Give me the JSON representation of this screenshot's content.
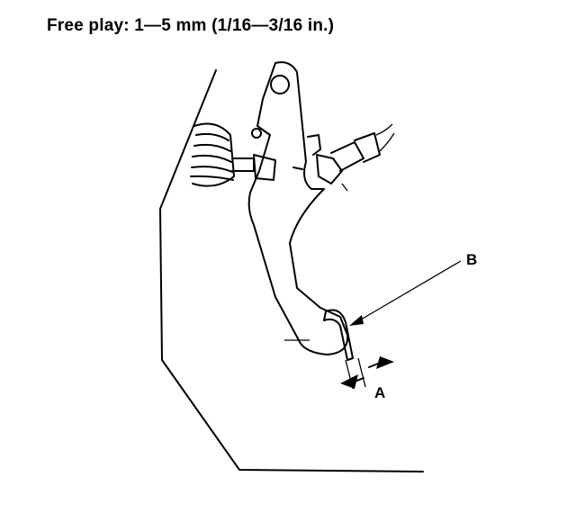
{
  "header": {
    "title": "Free play:  1—5 mm (1/16—3/16 in.)"
  },
  "labels": {
    "a": "A",
    "b": "B"
  }
}
